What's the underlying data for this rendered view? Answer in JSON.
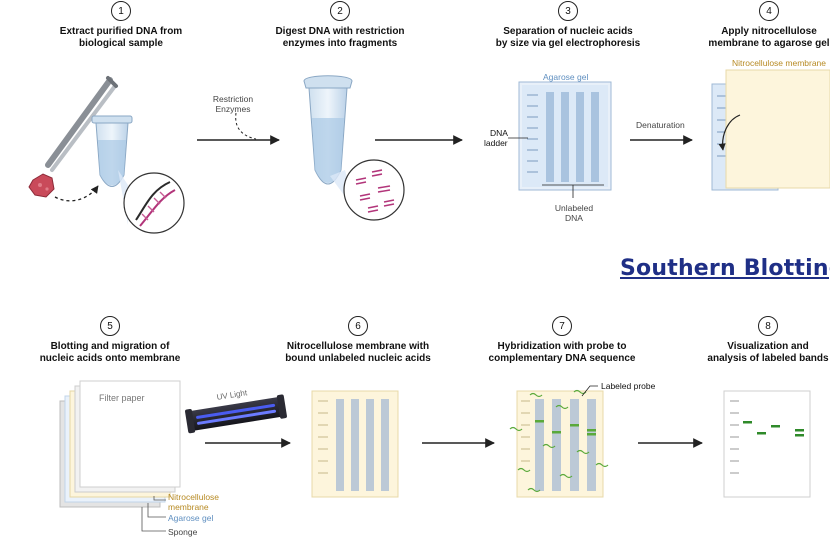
{
  "heading": "Southern Blotting",
  "steps": [
    {
      "number": "1",
      "title_line1": "Extract purified DNA from",
      "title_line2": "biological sample"
    },
    {
      "number": "2",
      "title_line1": "Digest DNA with restriction",
      "title_line2": "enzymes into fragments"
    },
    {
      "number": "3",
      "title_line1": "Separation of nucleic acids",
      "title_line2": "by size via gel electrophoresis"
    },
    {
      "number": "4",
      "title_line1": "Apply nitrocellulose",
      "title_line2": "membrane to agarose gel"
    },
    {
      "number": "5",
      "title_line1": "Blotting and migration of",
      "title_line2": "nucleic acids onto membrane"
    },
    {
      "number": "6",
      "title_line1": "Nitrocellulose membrane with",
      "title_line2": "bound unlabeled nucleic acids"
    },
    {
      "number": "7",
      "title_line1": "Hybridization with probe to",
      "title_line2": "complementary DNA sequence"
    },
    {
      "number": "8",
      "title_line1": "Visualization and",
      "title_line2": "analysis of labeled bands"
    }
  ],
  "labels": {
    "restriction_enzymes_1": "Restriction",
    "restriction_enzymes_2": "Enzymes",
    "agarose_gel_top": "Agarose gel",
    "dna_ladder_1": "DNA",
    "dna_ladder_2": "ladder",
    "unlabeled_dna_1": "Unlabeled",
    "unlabeled_dna_2": "DNA",
    "denaturation": "Denaturation",
    "nitrocellulose_membrane_top": "Nitrocellulose membrane",
    "filter_paper": "Filter paper",
    "uv_light": "UV Light",
    "stack_nitro_1": "Nitrocellulose",
    "stack_nitro_2": "membrane",
    "stack_agarose": "Agarose gel",
    "stack_sponge": "Sponge",
    "labeled_probe": "Labeled probe"
  },
  "colors": {
    "heading": "#1f2f86",
    "gel_blue": "#dce9f7",
    "gel_lane": "#a9c3df",
    "membrane_cream": "#fdf5dc",
    "probe_green": "#5aa93a",
    "arrow": "#222222"
  }
}
